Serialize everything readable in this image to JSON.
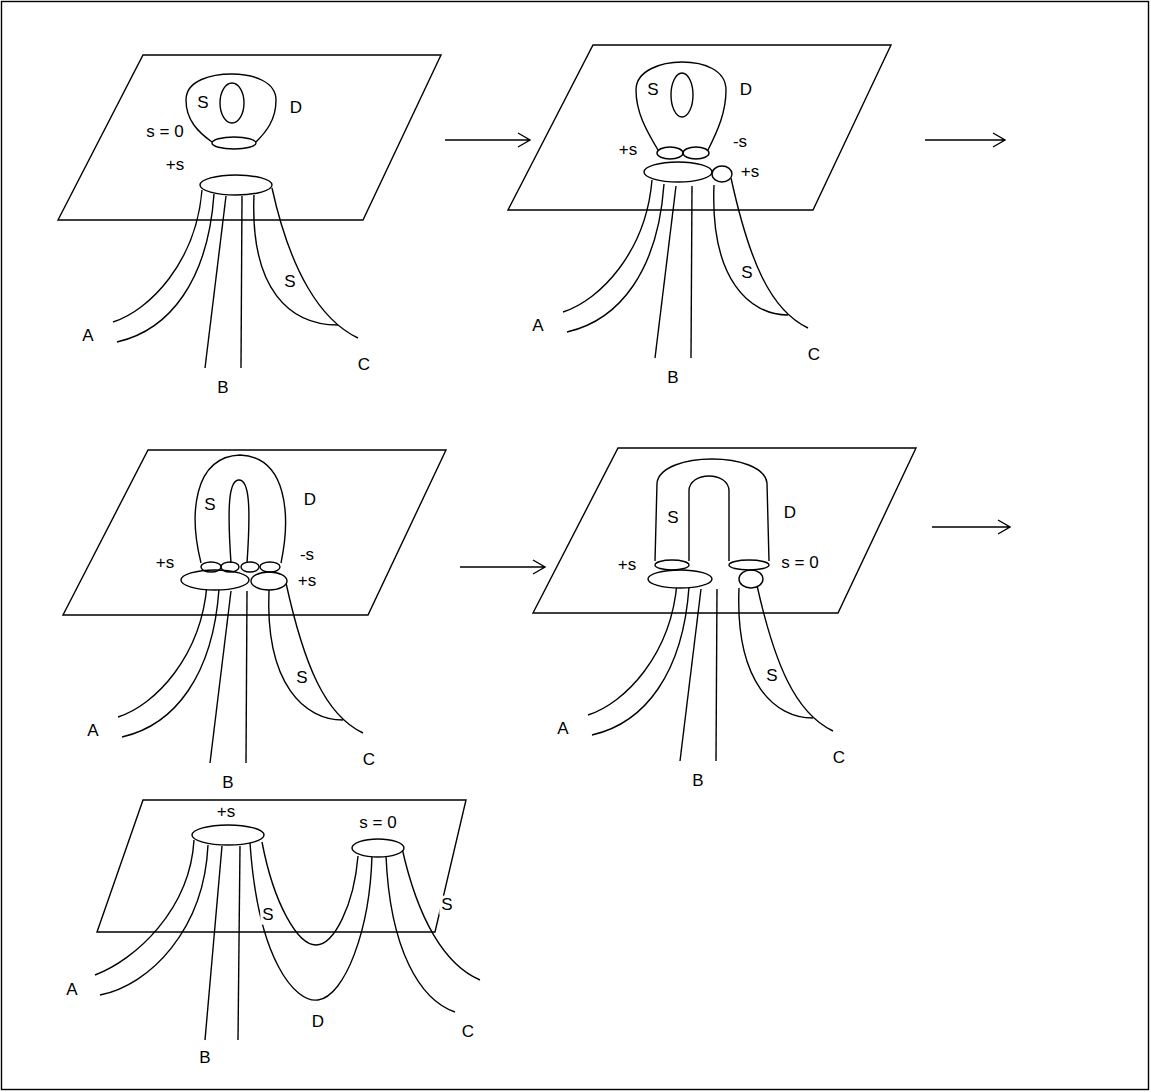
{
  "diagram": {
    "labels": [
      "S",
      "D",
      "s = 0",
      "+s",
      "S",
      "A",
      "B",
      "C",
      "S",
      "D",
      "+s",
      "-s",
      "+s",
      "S",
      "A",
      "B",
      "C",
      "S",
      "D",
      "+s",
      "-s",
      "+s",
      "S",
      "A",
      "B",
      "C",
      "S",
      "D",
      "+s",
      "s = 0",
      "S",
      "A",
      "B",
      "C",
      "+s",
      "s = 0",
      "S",
      "S",
      "A",
      "D",
      "C",
      "B"
    ]
  }
}
